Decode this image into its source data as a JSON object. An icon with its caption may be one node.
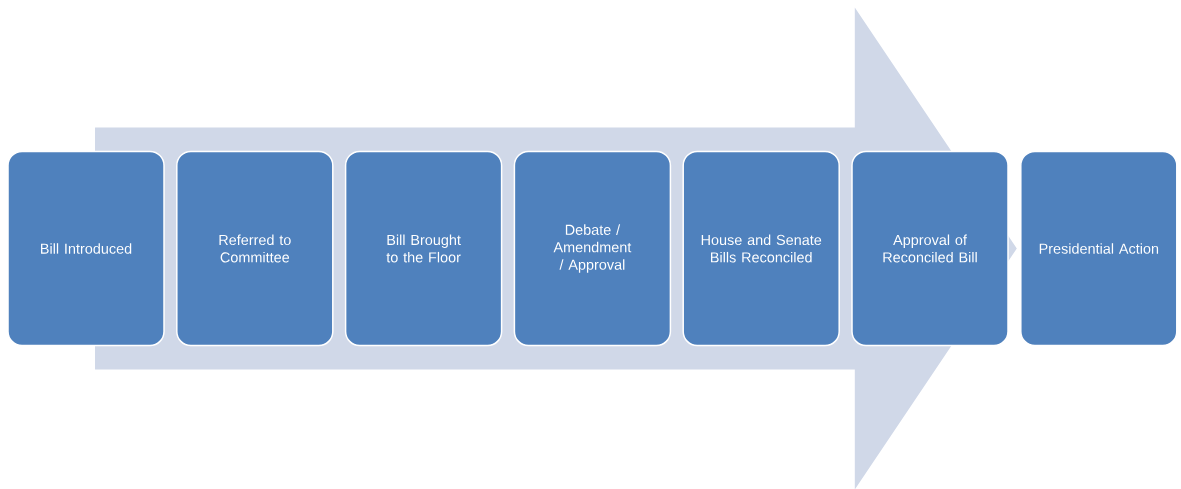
{
  "diagram": {
    "nodes": [
      {
        "text": [
          "Bill Introduced"
        ]
      },
      {
        "text": [
          "Referred to Committee"
        ]
      },
      {
        "text": [
          "Bill Brought to the Floor"
        ]
      },
      {
        "text": [
          "Debate / Amendment / Approval"
        ]
      },
      {
        "text": [
          "House and Senate Bills Reconciled"
        ]
      },
      {
        "text": [
          "Approval of Reconciled Bill"
        ]
      },
      {
        "text": [
          "Presidential Action"
        ]
      }
    ],
    "edges": [
      {
        "from": 0,
        "to": 6,
        "arrow": "to"
      }
    ]
  }
}
